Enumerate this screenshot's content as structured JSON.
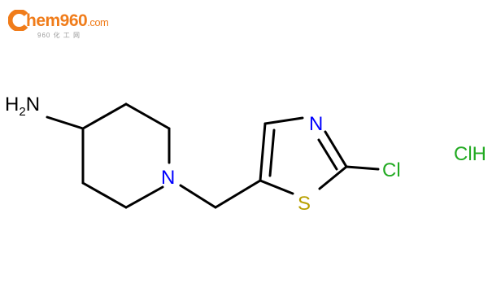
{
  "logo": {
    "brand_c": "C",
    "brand_text": "hem960",
    "brand_suffix": ".com",
    "tagline": "960 化 工 网",
    "color": "#f07c1a"
  },
  "molecule": {
    "atoms": {
      "amine": "H2N",
      "ring_n": "N",
      "thiazole_n": "N",
      "sulfur": "S",
      "chlorine": "Cl"
    },
    "salt": "ClH",
    "colors": {
      "nitrogen": "#0000ff",
      "sulfur": "#b8a000",
      "chlorine": "#22aa22",
      "bond": "#000000",
      "amine_text": "#000000"
    }
  }
}
